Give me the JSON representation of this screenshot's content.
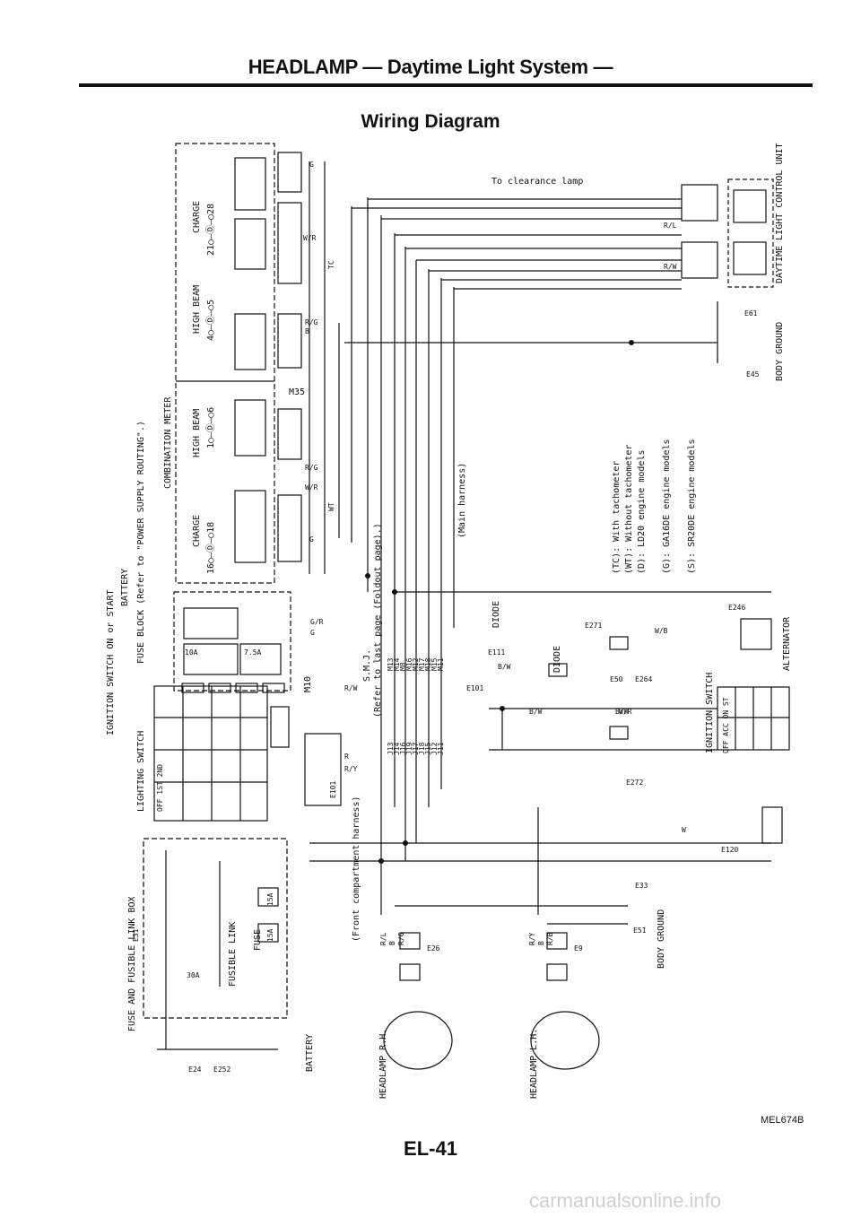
{
  "header": {
    "title": "HEADLAMP — Daytime Light System —"
  },
  "diagram": {
    "subtitle": "Wiring Diagram",
    "code": "MEL674B",
    "page_number": "EL-41",
    "watermark": "carmanualsonline.info",
    "meter": {
      "title": "COMBINATION METER",
      "charge_r": "CHARGE",
      "charge_r_pins": "21○—Ⓓ—○28",
      "high_r": "HIGH BEAM",
      "high_r_pins": "4○—Ⓓ—○5",
      "high_l": "HIGH BEAM",
      "high_l_pins": "1○—Ⓓ—○6",
      "charge_l": "CHARGE",
      "charge_l_pins": "16○—Ⓓ—○18",
      "connector_a": "M35",
      "connector_b": "M10"
    },
    "left_block": {
      "battery": "BATTERY",
      "ignition": "IGNITION SWITCH ON or START",
      "fuse_block": "FUSE BLOCK (Refer to \"POWER SUPPLY ROUTING\".)",
      "fuse_a": "10A",
      "fuse_b": "7.5A",
      "lighting_switch": "LIGHTING SWITCH",
      "ls_cols": "OFF 1ST 2ND",
      "fusible_box": "FUSE AND FUSIBLE LINK BOX",
      "fusible_link": "FUSIBLE LINK",
      "fuse": "FUSE",
      "f30a": "30A",
      "f15a_a": "15A",
      "f15a_b": "15A",
      "conn_e101": "E101",
      "conn_e24": "E24",
      "conn_e252": "E252",
      "conn_e31": "E31",
      "battery_bottom": "BATTERY"
    },
    "center": {
      "tc": "TC",
      "wt": "WT",
      "main_harness": "(Main harness)",
      "smj": "S.M.J.",
      "smj_ref": "(Refer to last page (Foldout page).)",
      "m_codes": [
        "M13",
        "M14",
        "M8",
        "M16",
        "M12",
        "M17",
        "M18",
        "M15",
        "M11"
      ],
      "j_codes": [
        "J13",
        "J14",
        "J16",
        "J19",
        "J17",
        "J18",
        "J15",
        "J12",
        "J11"
      ],
      "front_harness": "(Front compartment harness)",
      "headlamp_rh": "HEADLAMP R.H.",
      "headlamp_lh": "HEADLAMP L.H.",
      "e26": "E26",
      "e9": "E9",
      "e101": "E101",
      "e111": "E111",
      "diode_top": "DIODE",
      "diode_mid": "DIODE"
    },
    "right": {
      "clearance": "To clearance lamp",
      "dlc": "DAYTIME LIGHT CONTROL UNIT",
      "body_ground_top": "BODY GROUND",
      "e61": "E61",
      "e45": "E45",
      "alternator": "ALTERNATOR",
      "e246": "E246",
      "e271": "E271",
      "e50": "E50",
      "e264": "E264",
      "e272": "E272",
      "ig_switch": "IGNITION SWITCH",
      "ig_cols": "OFF ACC ON ST",
      "e120": "E120",
      "body_ground_bottom": "BODY GROUND",
      "e33": "E33",
      "e51": "E51"
    },
    "legend": [
      "(TC): With tachometer",
      "(WT): Without tachometer",
      "(D): LD20 engine models",
      "(G): GA16DE engine models",
      "(S): SR20DE engine models"
    ],
    "wire_colors": [
      "G",
      "W/R",
      "R/G",
      "B",
      "R/G",
      "W/R",
      "G",
      "G/R",
      "G",
      "R/W",
      "R",
      "R/Y",
      "B/W",
      "B/W",
      "W",
      "W/R",
      "W/B",
      "B/W",
      "R/L",
      "B",
      "R/G",
      "R/Y",
      "B",
      "R/B",
      "R/L",
      "R/W"
    ]
  },
  "colors": {
    "ink": "#111111",
    "paper": "#ffffff",
    "watermark": "#cfcfcf"
  }
}
